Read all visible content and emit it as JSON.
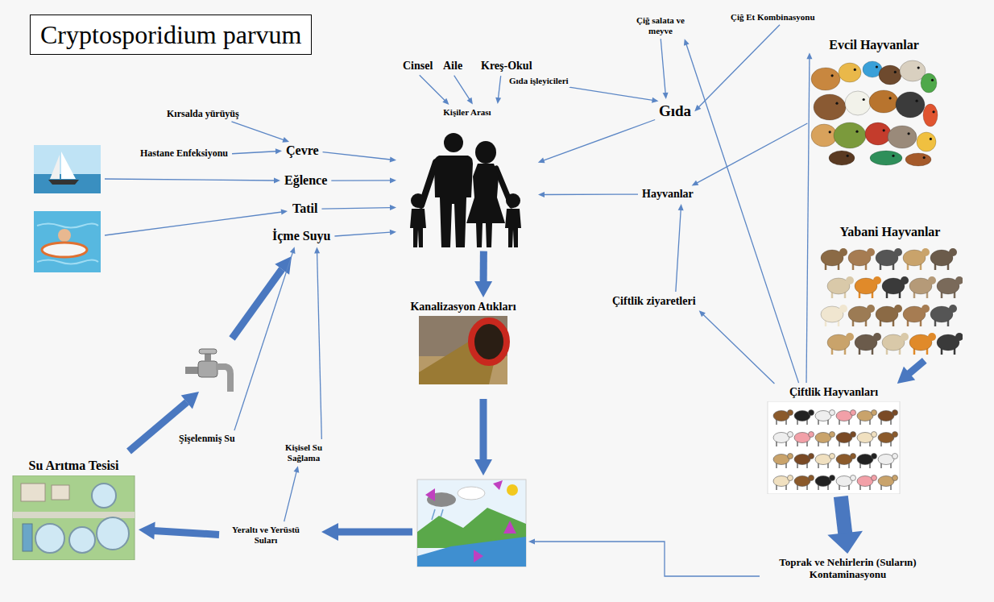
{
  "diagram": {
    "title": "Cryptosporidium parvum",
    "nodes": [
      {
        "text": [
          "Kırsalda yürüyüş"
        ]
      },
      {
        "text": [
          "Hastane Enfeksiyonu"
        ]
      },
      {
        "text": [
          "Çevre"
        ]
      },
      {
        "text": [
          "Eğlence"
        ]
      },
      {
        "text": [
          "Tatil"
        ]
      },
      {
        "text": [
          "İçme Suyu"
        ]
      },
      {
        "text": [
          "Cinsel"
        ]
      },
      {
        "text": [
          "Aile"
        ]
      },
      {
        "text": [
          "Kreş-Okul"
        ]
      },
      {
        "text": [
          "Kişiler Arası"
        ]
      },
      {
        "text": [
          "Gıda işleyicileri"
        ]
      },
      {
        "text": [
          "Çiğ salata ve meyve"
        ]
      },
      {
        "text": [
          "Çiğ Et Kombinasyonu"
        ]
      },
      {
        "text": [
          "Gıda"
        ]
      },
      {
        "text": [
          "Evcil Hayvanlar"
        ]
      },
      {
        "text": [
          "Hayvanlar"
        ]
      },
      {
        "text": [
          "Yabani Hayvanlar"
        ]
      },
      {
        "text": [
          "Çiftlik ziyaretleri"
        ]
      },
      {
        "text": [
          "Çiftlik Hayvanları"
        ]
      },
      {
        "text": [
          "Kanalizasyon Atıkları"
        ]
      },
      {
        "text": [
          "Şişelenmiş Su"
        ]
      },
      {
        "text": [
          "Kişisel Su Sağlama"
        ]
      },
      {
        "text": [
          "Yeraltı ve Yerüstü Suları"
        ]
      },
      {
        "text": [
          "Su Arıtma Tesisi"
        ]
      },
      {
        "text": [
          "Toprak ve Nehirlerin (Suların) Kontaminasyonu"
        ]
      }
    ],
    "edges": [
      {
        "from": 0,
        "to": 2,
        "arrow": "to"
      },
      {
        "from": 1,
        "to": 2,
        "arrow": "to"
      },
      {
        "from": 2,
        "to": 9,
        "arrow": "to"
      },
      {
        "from": 3,
        "to": 9,
        "arrow": "to"
      },
      {
        "from": 4,
        "to": 9,
        "arrow": "to"
      },
      {
        "from": 5,
        "to": 9,
        "arrow": "to"
      },
      {
        "from": 6,
        "to": 9,
        "arrow": "to"
      },
      {
        "from": 7,
        "to": 9,
        "arrow": "to"
      },
      {
        "from": 8,
        "to": 9,
        "arrow": "to"
      },
      {
        "from": 10,
        "to": 13,
        "arrow": "to"
      },
      {
        "from": 11,
        "to": 13,
        "arrow": "to"
      },
      {
        "from": 12,
        "to": 13,
        "arrow": "to"
      },
      {
        "from": 13,
        "to": 9,
        "arrow": "to"
      },
      {
        "from": 15,
        "to": 9,
        "arrow": "to"
      },
      {
        "from": 14,
        "to": 15,
        "arrow": "to"
      },
      {
        "from": 17,
        "to": 15,
        "arrow": "to"
      },
      {
        "from": 18,
        "to": 17,
        "arrow": "to"
      },
      {
        "from": 18,
        "to": 11,
        "arrow": "to"
      },
      {
        "from": 18,
        "to": 14,
        "arrow": "to"
      },
      {
        "from": 16,
        "to": 18,
        "arrow": "to"
      },
      {
        "from": 18,
        "to": 24,
        "arrow": "to"
      },
      {
        "from": 9,
        "to": 19,
        "arrow": "to"
      },
      {
        "from": 20,
        "to": 5,
        "arrow": "to"
      },
      {
        "from": 21,
        "to": 5,
        "arrow": "to"
      },
      {
        "from": 22,
        "to": 21,
        "arrow": "to"
      },
      {
        "from": 22,
        "to": 23,
        "arrow": "to"
      }
    ]
  }
}
